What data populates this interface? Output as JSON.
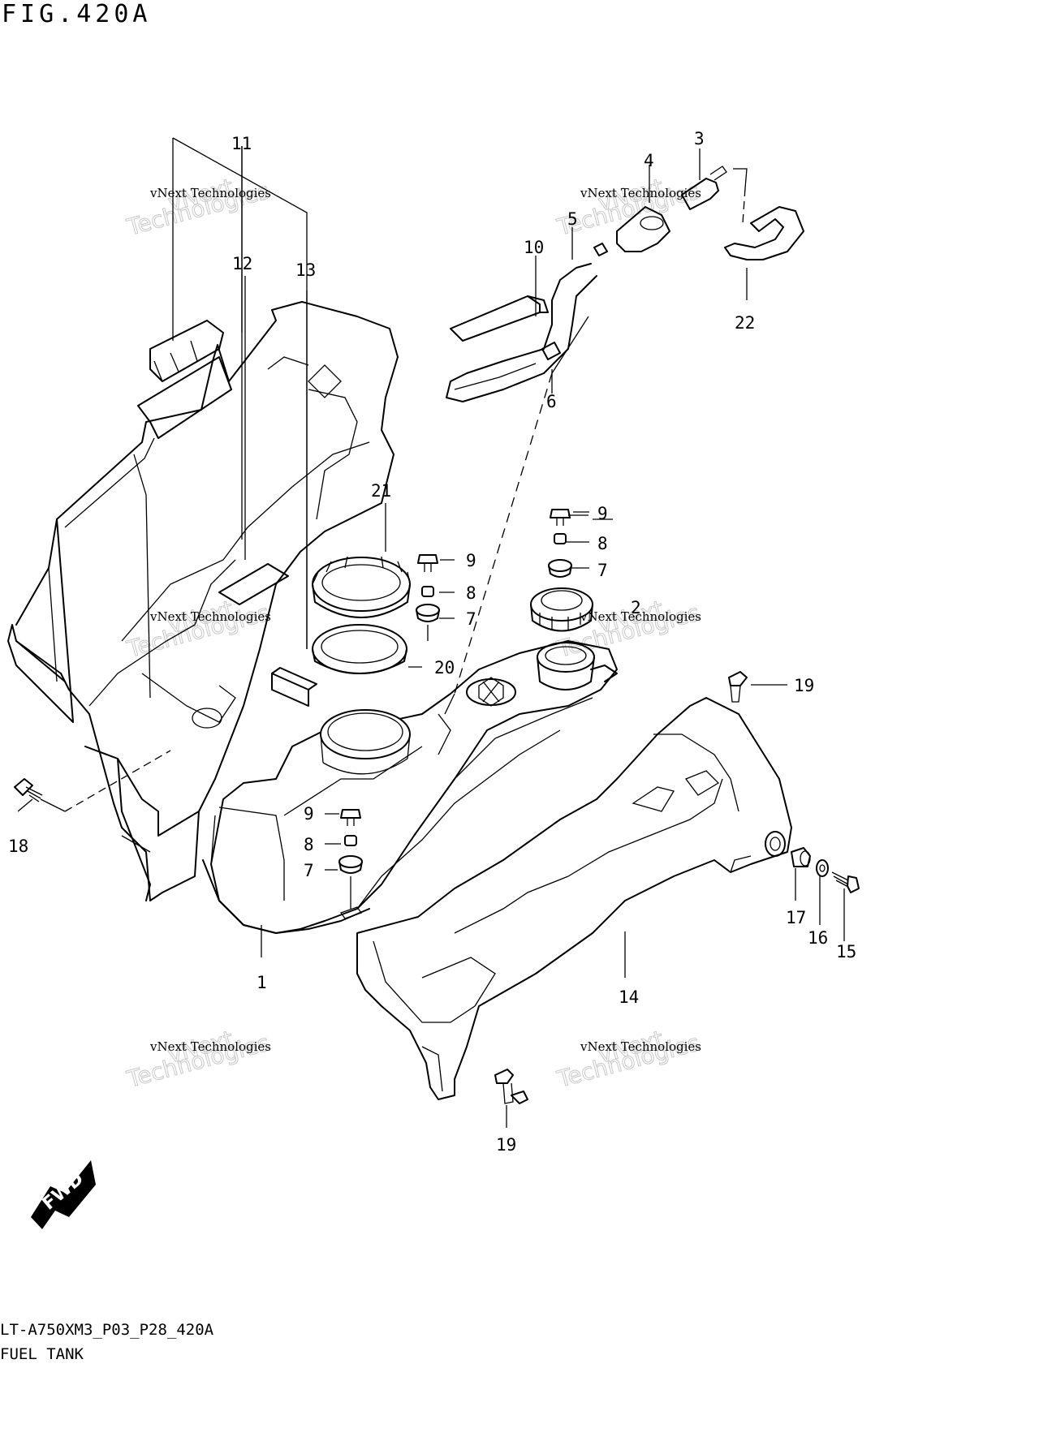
{
  "figure": {
    "title": "FIG.420A",
    "code": "LT-A750XM3_P03_P28_420A",
    "name": "FUEL TANK"
  },
  "watermark": {
    "company": "vNext Technologies",
    "brand_line1": "vNext",
    "brand_line2": "Technologies"
  },
  "fwd_badge": "FWD",
  "callouts": {
    "c1": "1",
    "c2": "2",
    "c3": "3",
    "c4": "4",
    "c5": "5",
    "c6": "6",
    "c7a": "7",
    "c7b": "7",
    "c7c": "7",
    "c8a": "8",
    "c8b": "8",
    "c8c": "8",
    "c9a": "9",
    "c9b": "9",
    "c9c": "9",
    "c10": "10",
    "c11": "11",
    "c12": "12",
    "c13": "13",
    "c14": "14",
    "c15": "15",
    "c16": "16",
    "c17": "17",
    "c18": "18",
    "c19a": "19",
    "c19b": "19",
    "c20": "20",
    "c21": "21",
    "c22": "22"
  }
}
